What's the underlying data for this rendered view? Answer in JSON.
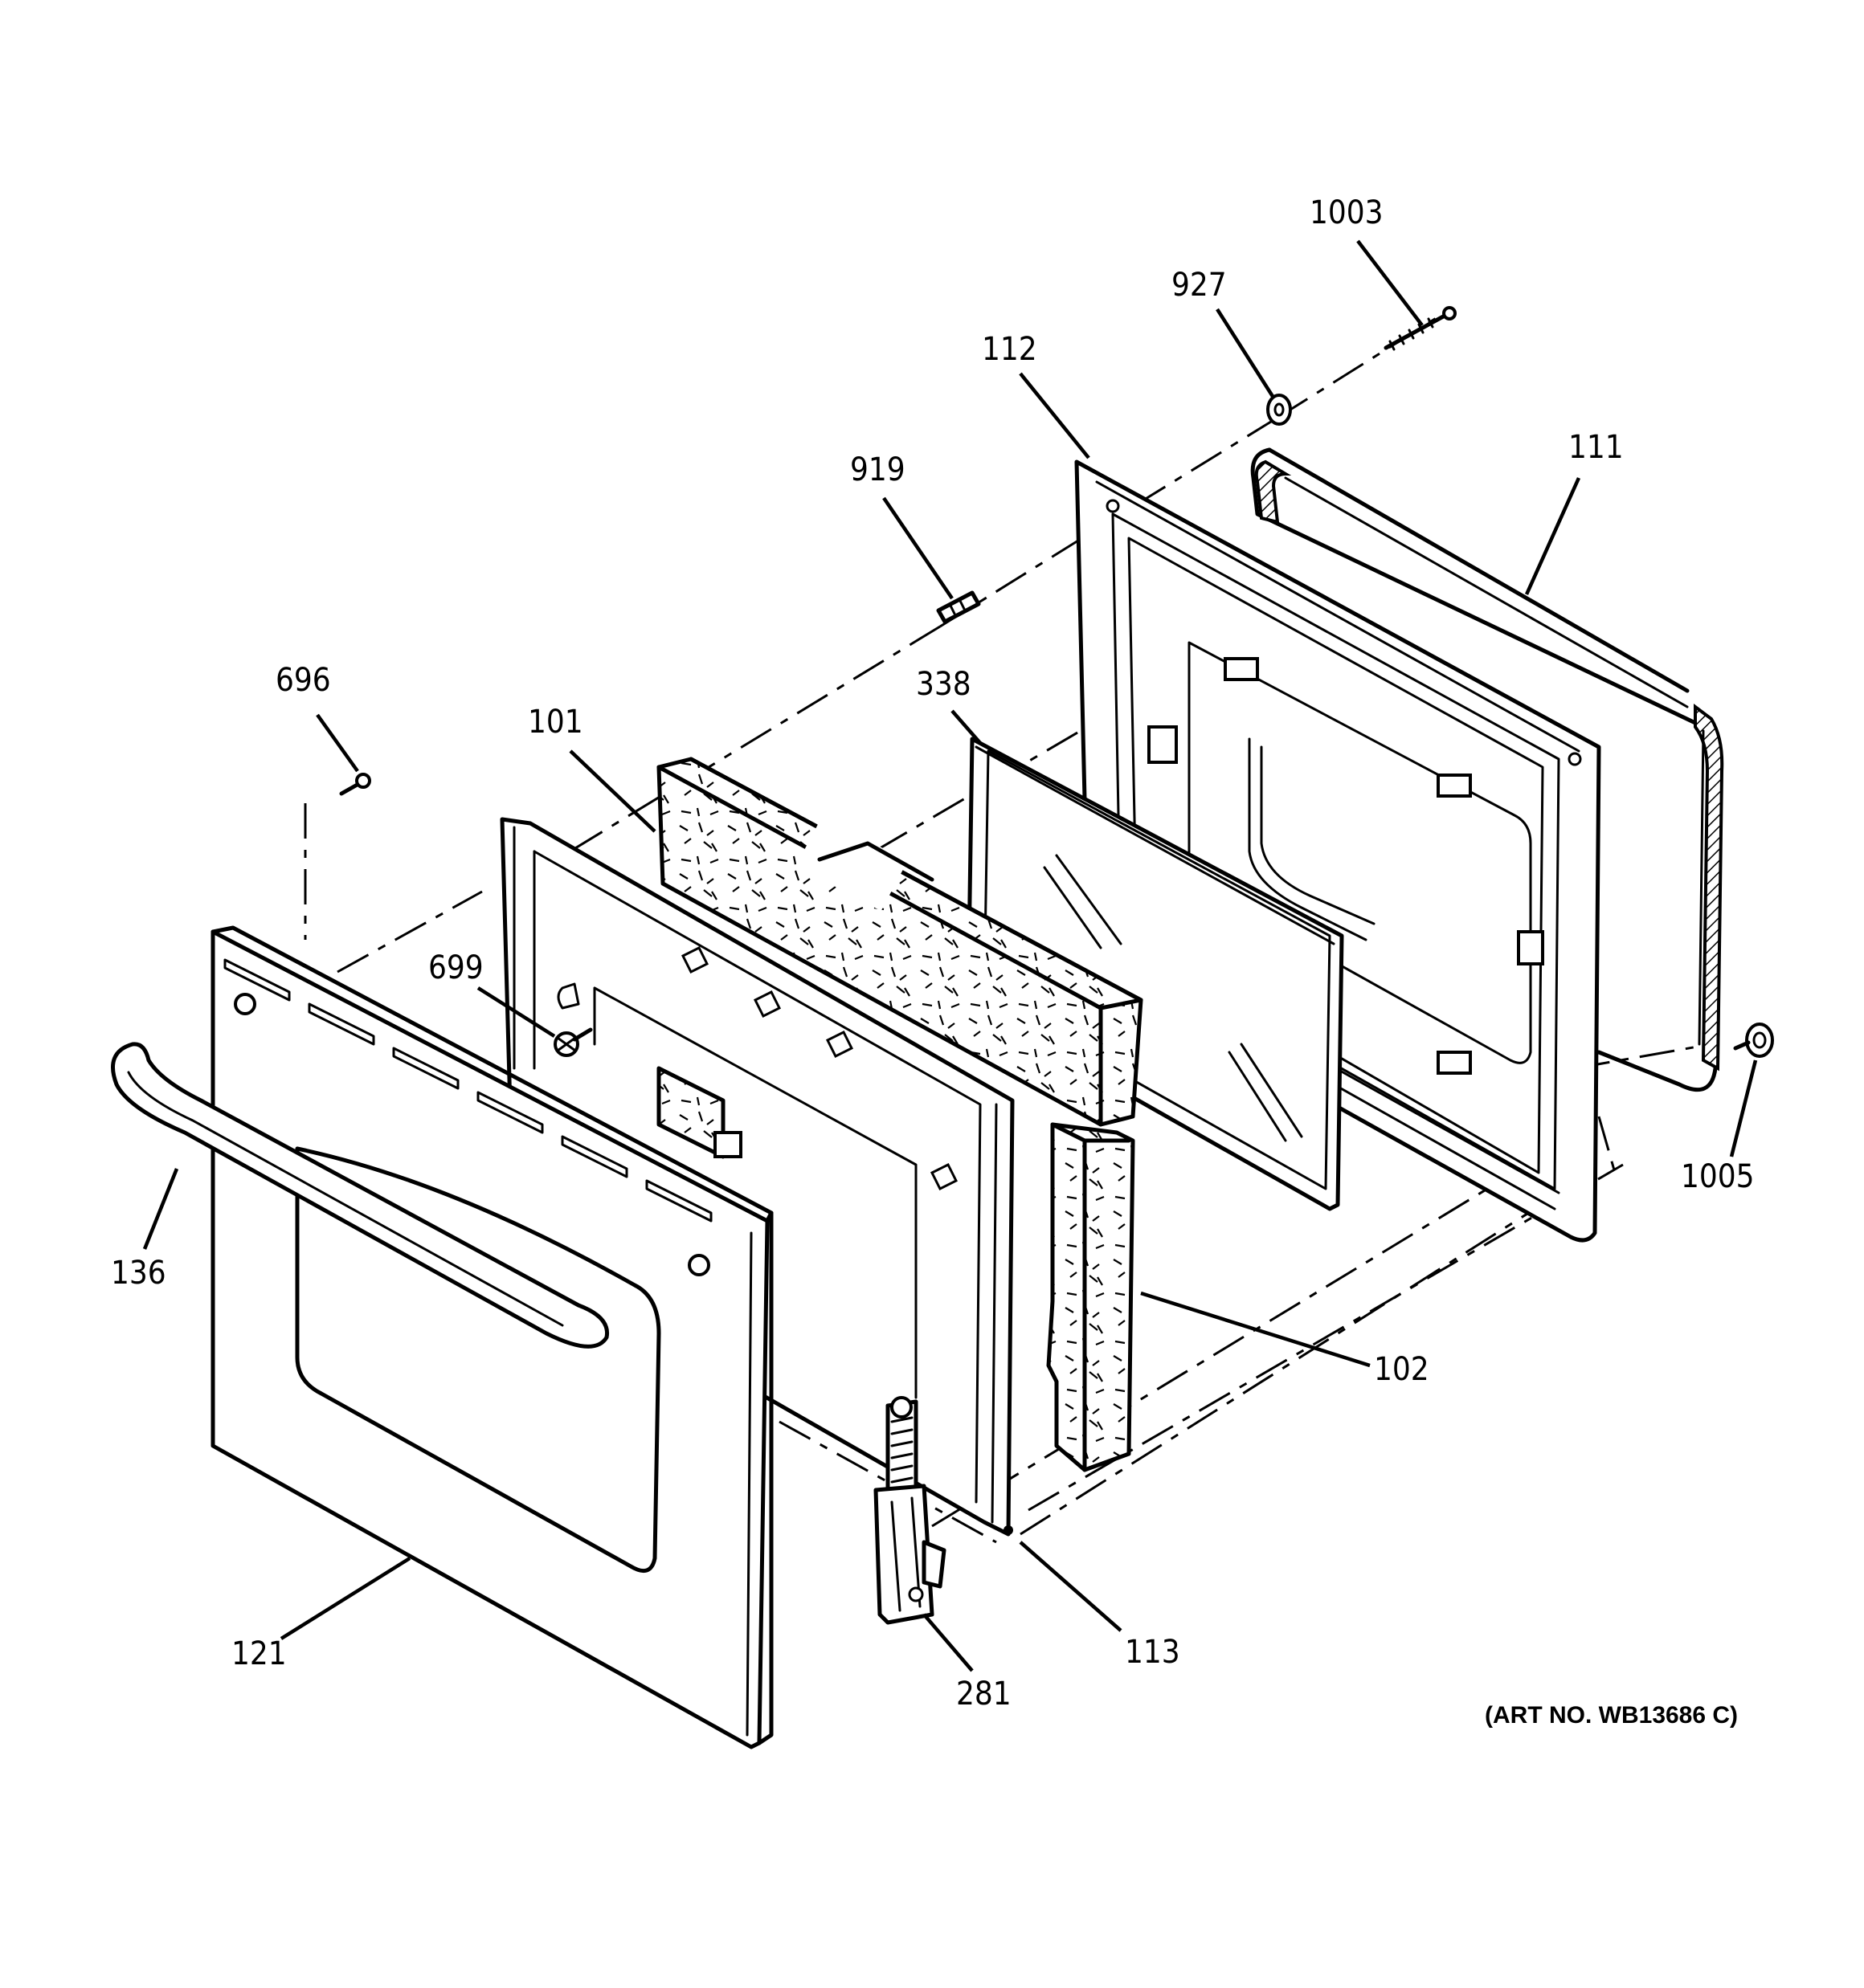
{
  "callouts": {
    "c1003": "1003",
    "c927": "927",
    "c112": "112",
    "c111": "111",
    "c919": "919",
    "c696": "696",
    "c101": "101",
    "c338": "338",
    "c699": "699",
    "c1005": "1005",
    "c136": "136",
    "c102": "102",
    "c121": "121",
    "c113": "113",
    "c281": "281"
  },
  "art_number": "(ART NO. WB13686 C)"
}
